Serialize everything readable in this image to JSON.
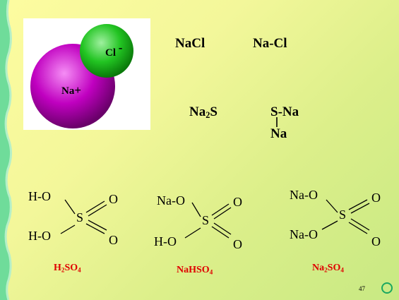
{
  "ion_image": {
    "cation_label": "Na",
    "cation_charge": "+",
    "anion_label": "Cl",
    "anion_charge": "-",
    "cation_color": "#c000c0",
    "anion_color": "#22c422"
  },
  "formulas": {
    "nacl": "NaCl",
    "nacl_bond": "Na-Cl",
    "na2s_main": "Na",
    "na2s_sub": "2",
    "na2s_end": "S",
    "s_na_top": "S-Na",
    "s_na_bottom": "Na"
  },
  "structures": {
    "h2so4": {
      "top_group": "H-O",
      "bottom_group": "H-O",
      "center": "S",
      "oxygen_top": "O",
      "oxygen_bottom": "O"
    },
    "nahso4": {
      "top_group": "Na-O",
      "bottom_group": "H-O",
      "center": "S",
      "oxygen_top": "O",
      "oxygen_bottom": "O"
    },
    "na2so4": {
      "top_group": "Na-O",
      "bottom_group": "Na-O",
      "center": "S",
      "oxygen_top": "O",
      "oxygen_bottom": "O"
    }
  },
  "names": {
    "h2so4": {
      "a": "H",
      "a_sub": "2",
      "b": "SO",
      "b_sub": "4"
    },
    "nahso4": {
      "a": "NaHSO",
      "a_sub": "4"
    },
    "na2so4": {
      "a": "Na",
      "a_sub": "2",
      "b": "SO",
      "b_sub": "4"
    }
  },
  "footer": {
    "page_number": "47"
  },
  "colors": {
    "accent_red": "#e00000",
    "left_stripe": "#66dd99"
  }
}
